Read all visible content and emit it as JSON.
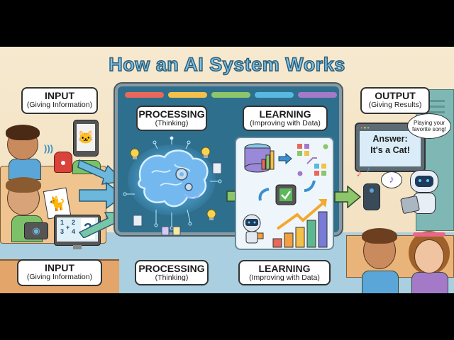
{
  "title": "How an AI System Works",
  "colors": {
    "title_fill": "#7cc3e6",
    "title_stroke": "#2f5d78",
    "board": "#2e6f8e",
    "stripes": [
      "#e8685a",
      "#f4c04a",
      "#8cc56a",
      "#58b8e0",
      "#a47ac8"
    ],
    "arrow_blue": "#6cb8dc",
    "arrow_green": "#8cc56a",
    "arrow_teal": "#78c6a8"
  },
  "top_labels": {
    "input": {
      "heading": "INPUT",
      "sub": "(Giving Information)"
    },
    "processing": {
      "heading": "PROCESSING",
      "sub": "(Thinking)"
    },
    "learning": {
      "heading": "LEARNING",
      "sub": "(Improving with Data)"
    },
    "output": {
      "heading": "OUTPUT",
      "sub": "(Giving Results)"
    }
  },
  "bottom_labels": {
    "input": {
      "heading": "INPUT",
      "sub": "(Giving Information)"
    },
    "processing": {
      "heading": "PROCESSING",
      "sub": "(Thinking)"
    },
    "learning": {
      "heading": "LEARNING",
      "sub": "(Improving with Data)"
    }
  },
  "input_scene": {
    "math_question": {
      "fraction1_num": "1",
      "fraction1_den": "3",
      "operator": "+",
      "fraction2_num": "2",
      "fraction2_den": "4",
      "mark": "?"
    }
  },
  "output_scene": {
    "screen_text_line1": "Answer:",
    "screen_text_line2": "It's a Cat!",
    "speech_bubble": "Playing your favorite song!",
    "music_note": "♪"
  },
  "icons": [
    "lightbulb-icon",
    "brain-icon",
    "gear-icon",
    "document-icon",
    "database-icon",
    "chip-check-icon",
    "robot-icon",
    "growth-arrow-icon",
    "smart-speaker-icon",
    "tablet-icon",
    "camera-icon",
    "music-note-icon"
  ]
}
